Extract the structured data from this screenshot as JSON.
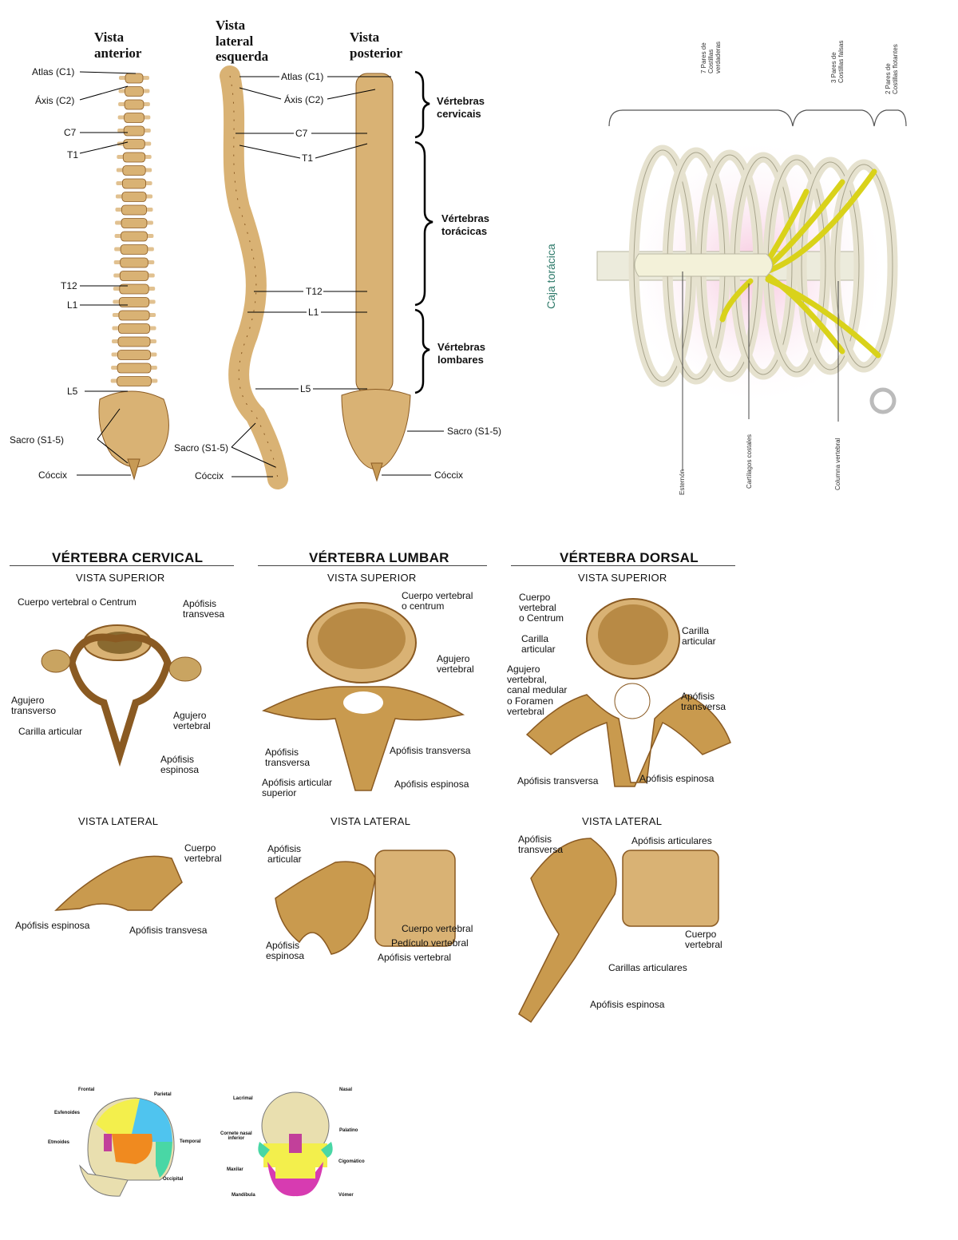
{
  "spine": {
    "views": {
      "anterior": "Vista\nanterior",
      "lateral": "Vista\nlateral\nesquerda",
      "posterior": "Vista\nposterior"
    },
    "anterior_labels": [
      "Atlas (C1)",
      "Áxis (C2)",
      "C7",
      "T1",
      "T12",
      "L1",
      "L5",
      "Sacro (S1-5)",
      "Cóccix"
    ],
    "lateral_labels": [
      "Atlas (C1)",
      "Áxis (C2)",
      "C7",
      "T1",
      "T12",
      "L1",
      "L5",
      "Sacro (S1-5)",
      "Cóccix"
    ],
    "posterior_labels": [
      "Sacro (S1-5)",
      "Cóccix"
    ],
    "regions": {
      "cervical": "Vértebras\ncervicais",
      "thoracic": "Vértebras\ntorácicas",
      "lumbar": "Vértebras\nlombares"
    }
  },
  "rib_cage": {
    "title": "Caja torácica",
    "top_labels": [
      "7 Pares de\nCostillas\nverdaderas",
      "3 Pares de\nCostillas falsas",
      "2 Pares de\nCostillas flotantes"
    ],
    "bottom_labels": [
      "Esternón",
      "Cartílagos costales",
      "Columna vertebral"
    ]
  },
  "vertebrae": {
    "cervical": {
      "title": "VÉRTEBRA CERVICAL",
      "superior": "VISTA SUPERIOR",
      "lateral": "VISTA LATERAL",
      "sup_labels": [
        "Cuerpo vertebral o Centrum",
        "Apófisis\ntransvesa",
        "Agujero\ntransverso",
        "Agujero\nvertebral",
        "Carilla articular",
        "Apófisis\nespinosa"
      ],
      "lat_labels": [
        "Cuerpo\nvertebral",
        "Apófisis espinosa",
        "Apófisis transvesa"
      ]
    },
    "lumbar": {
      "title": "VÉRTEBRA LUMBAR",
      "superior": "VISTA SUPERIOR",
      "lateral": "VISTA LATERAL",
      "sup_labels": [
        "Cuerpo vertebral\no centrum",
        "Agujero\nvertebral",
        "Apófisis\ntransversa",
        "Apófisis transversa",
        "Apófisis articular\nsuperior",
        "Apófisis espinosa"
      ],
      "lat_labels": [
        "Apófisis\narticular",
        "Apófisis\nespinosa",
        "Cuerpo vertebral",
        "Pedículo vertebral",
        "Apófisis vertebral"
      ]
    },
    "dorsal": {
      "title": "VÉRTEBRA DORSAL",
      "superior": "VISTA SUPERIOR",
      "lateral": "VISTA LATERAL",
      "sup_labels": [
        "Cuerpo\nvertebral\no Centrum",
        "Carilla\narticular",
        "Carilla\narticular",
        "Agujero\nvertebral,\ncanal medular\no Foramen\nvertebral",
        "Apófisis\ntransversa",
        "Apófisis transversa",
        "Apófisis espinosa"
      ],
      "lat_labels": [
        "Apófisis\ntransversa",
        "Apófisis articulares",
        "Cuerpo\nvertebral",
        "Carillas articulares",
        "Apófisis espinosa"
      ]
    }
  },
  "skull": {
    "lateral_labels": [
      "Frontal",
      "Parietal",
      "Esfenoides",
      "Etmoides",
      "Temporal",
      "Occipital"
    ],
    "frontal_labels": [
      "Lacrimal",
      "Nasal",
      "Cornete nasal\ninferior",
      "Palatino",
      "Cigomático",
      "Maxilar",
      "Mandíbula",
      "Vómer"
    ]
  },
  "colors": {
    "bone": "#d9b274",
    "bone_dark": "#8a5a22",
    "cartilage": "#d9d21a",
    "rib": "#e6e2cf",
    "frontal": "#f3ef4c",
    "parietal": "#4fc4ef",
    "temporal": "#f08a1f",
    "occipital": "#49d7a5",
    "sphenoid": "#c2409a",
    "mandible": "#d73bb1"
  }
}
